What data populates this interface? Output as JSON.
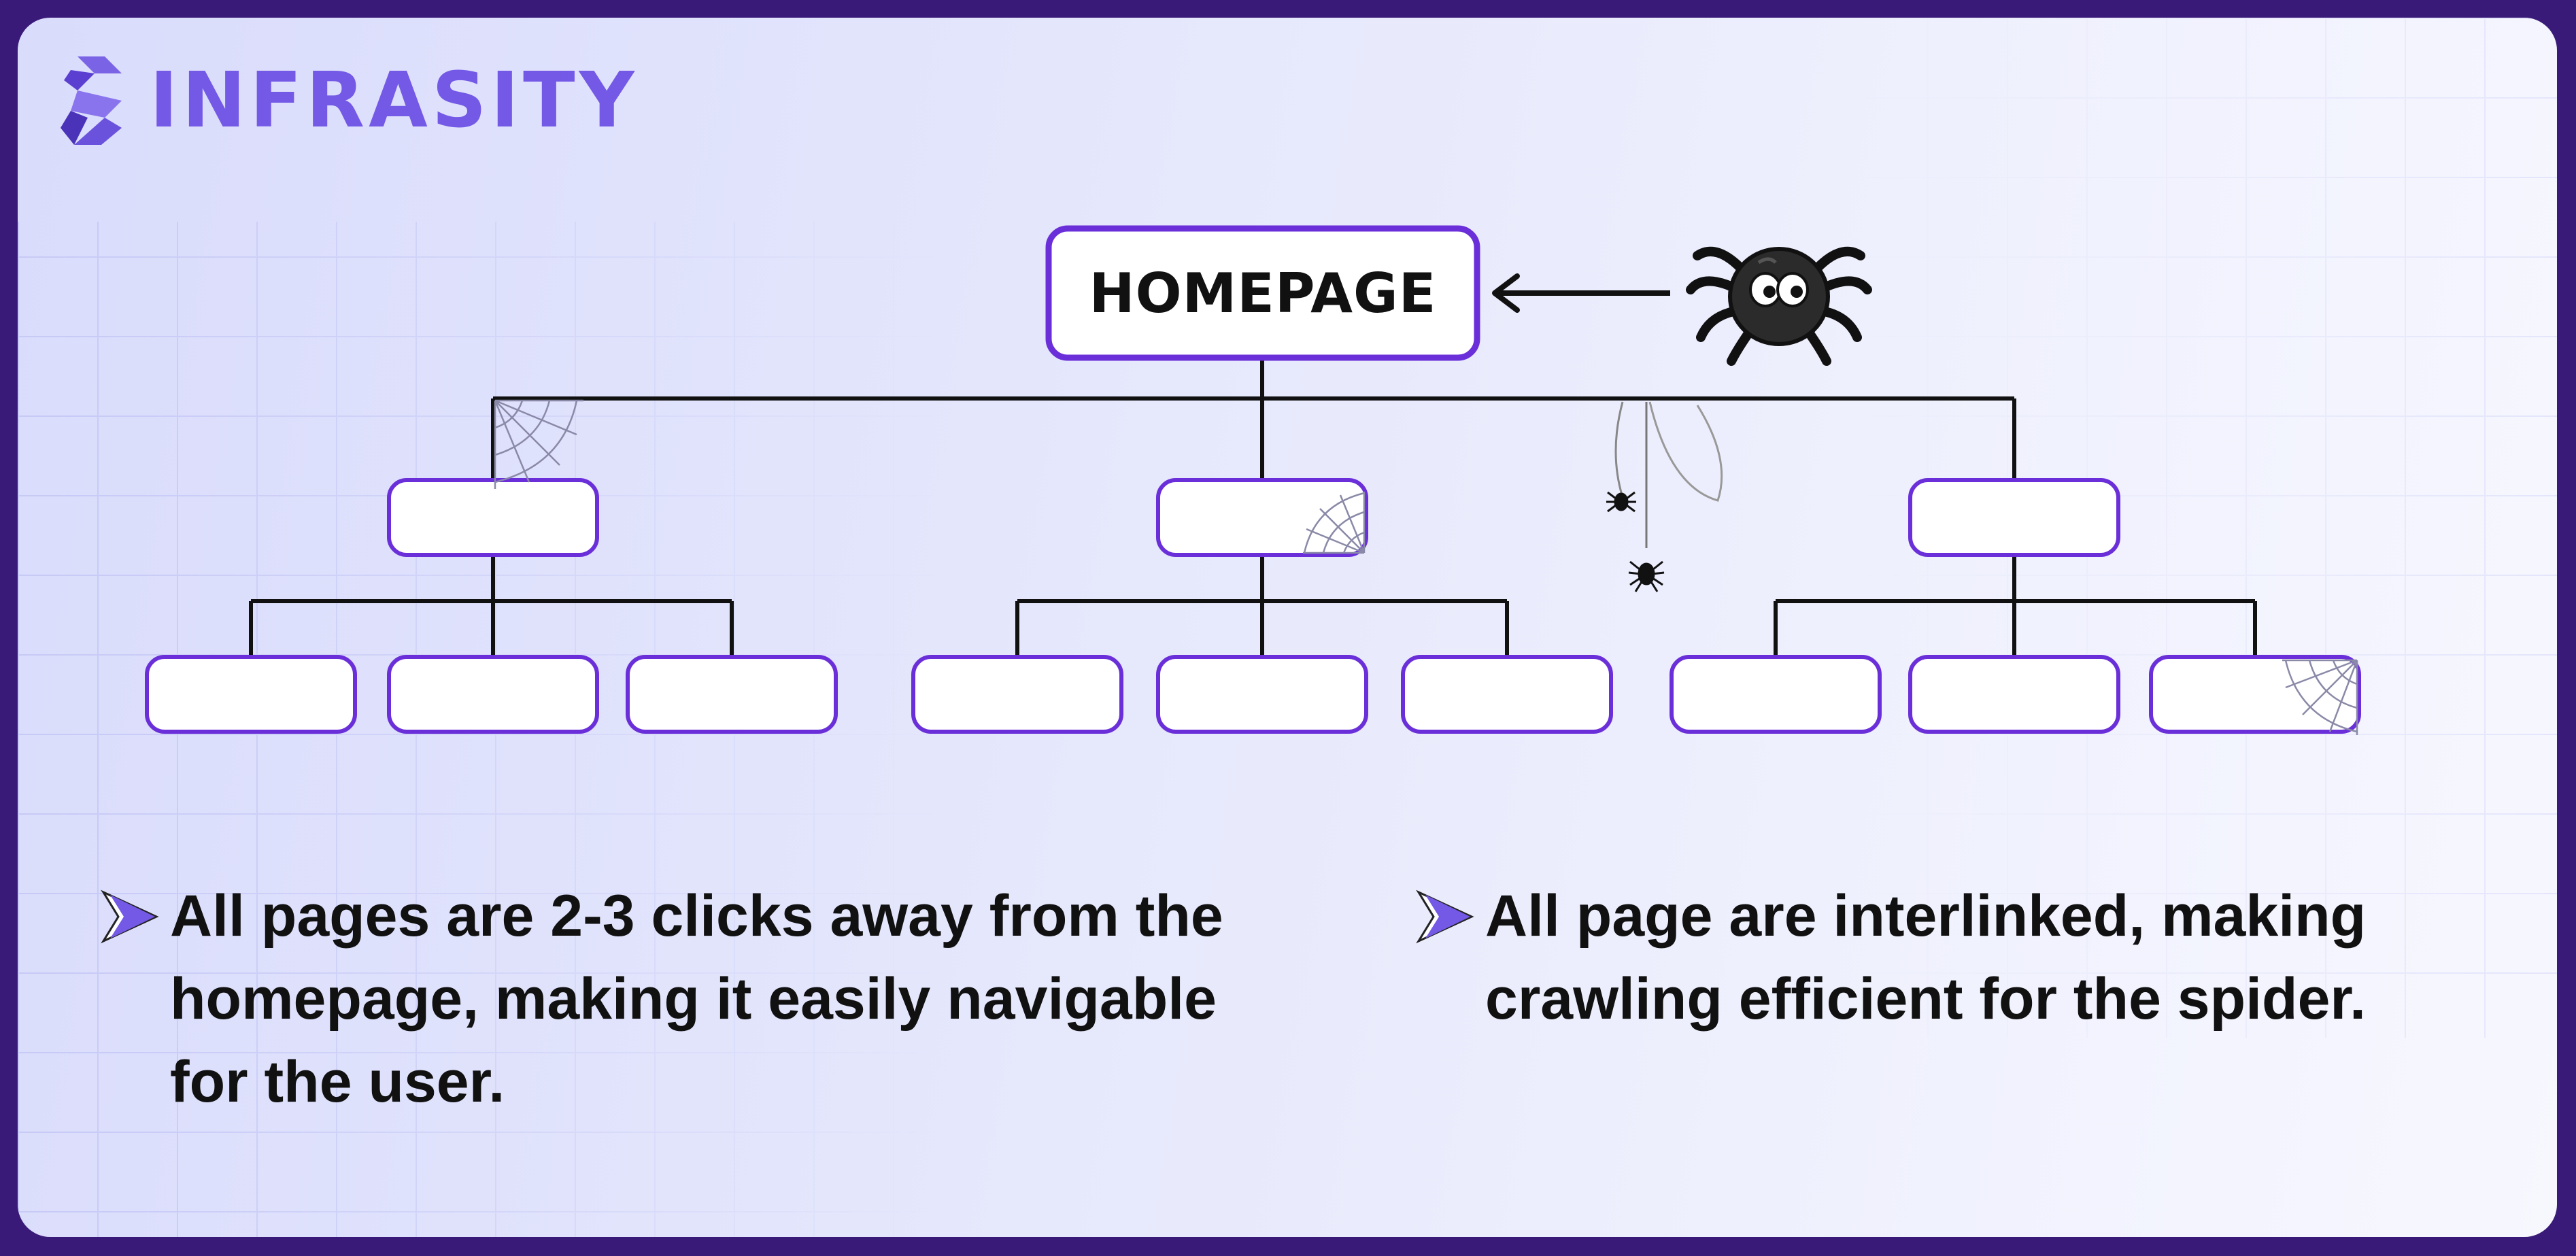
{
  "brand": {
    "name": "INFRASITY",
    "accent_color": "#7459e6",
    "frame_color": "#3a1a78"
  },
  "diagram": {
    "root_label": "HOMEPAGE",
    "node_border_color": "#6a2fd9",
    "crawler_icon": "spider-icon",
    "decorations": [
      "cobweb-icon",
      "hanging-spider-icon"
    ]
  },
  "bullets": [
    {
      "icon": "chevron-right-icon",
      "text": "All pages are 2-3 clicks away from the homepage, making it easily navigable for the user."
    },
    {
      "icon": "chevron-right-icon",
      "text": "All page are interlinked, making crawling efficient for the spider."
    }
  ]
}
